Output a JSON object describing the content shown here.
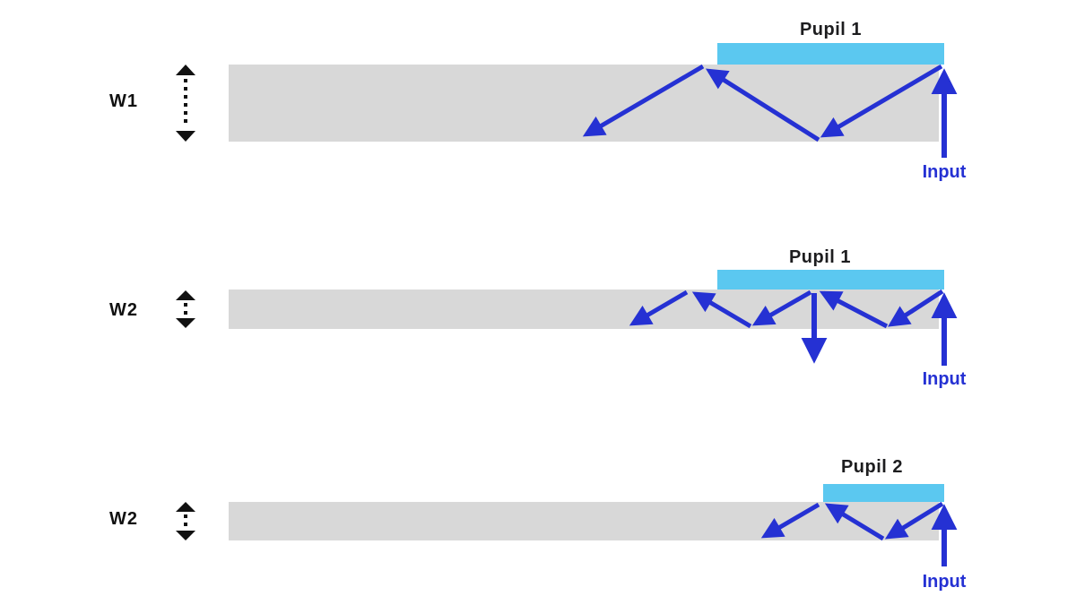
{
  "colors": {
    "ray_blue": "#2531d3",
    "pupil_cyan": "#5bc8f0",
    "slab_gray": "#d8d8d8",
    "text_dark": "#111111"
  },
  "icons": {
    "thickness_measure": "vertical-double-headed-dashed-arrow",
    "ray_arrow": "blue-directional-arrow"
  },
  "panels": [
    {
      "width_label": "W1",
      "pupil_label": "Pupil 1",
      "input_label": "Input"
    },
    {
      "width_label": "W2",
      "pupil_label": "Pupil 1",
      "input_label": "Input"
    },
    {
      "width_label": "W2",
      "pupil_label": "Pupil 2",
      "input_label": "Input"
    }
  ]
}
